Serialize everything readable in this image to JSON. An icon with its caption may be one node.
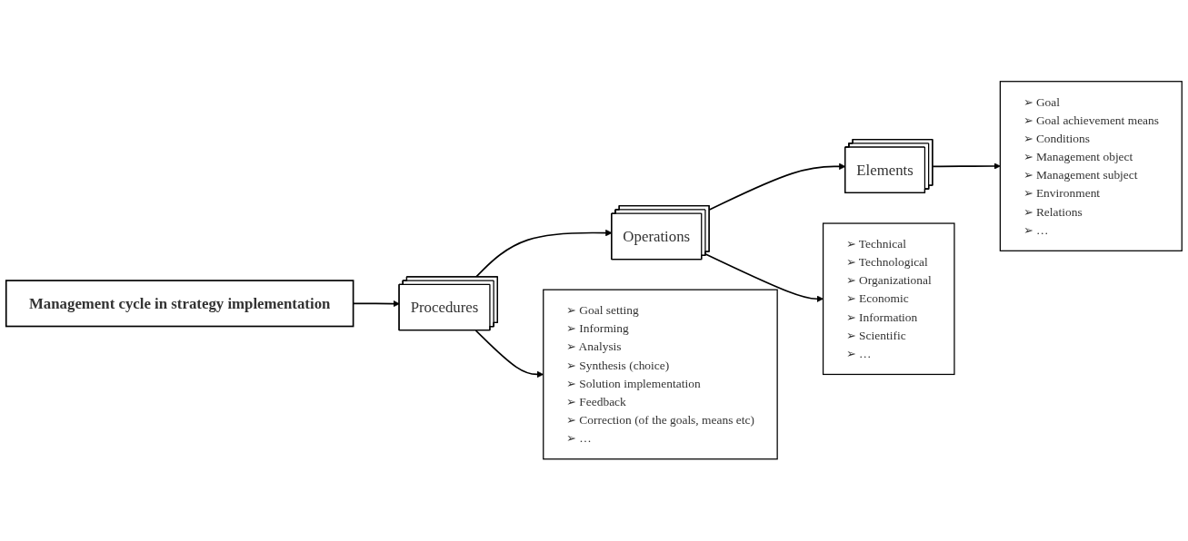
{
  "diagram": {
    "nodes": [
      {
        "text": [
          "Management cycle in strategy implementation"
        ]
      },
      {
        "text": [
          "Procedures"
        ]
      },
      {
        "text": [
          "Operations"
        ]
      },
      {
        "text": [
          "Elements"
        ]
      },
      {
        "text": [
          "➢ Goal setting",
          "➢ Informing",
          "➢ Analysis",
          "➢ Synthesis (choice)",
          "➢ Solution implementation",
          "➢ Feedback",
          "➢ Correction (of the goals, means etc)",
          "➢ …"
        ]
      },
      {
        "text": [
          "➢ Technical",
          "➢ Technological",
          "➢ Organizational",
          "➢ Economic",
          "➢ Information",
          "➢ Scientific",
          "➢ …"
        ]
      },
      {
        "text": [
          "➢ Goal",
          "➢ Goal achievement means",
          "➢ Conditions",
          "➢ Management object",
          "➢ Management subject",
          "➢ Environment",
          "➢ Relations",
          "➢ …"
        ]
      }
    ],
    "edges": [
      {
        "from": 0,
        "to": 1,
        "arrow": "to"
      },
      {
        "from": 1,
        "to": 2,
        "arrow": "to"
      },
      {
        "from": 2,
        "to": 3,
        "arrow": "to"
      },
      {
        "from": 1,
        "to": 4,
        "arrow": "to"
      },
      {
        "from": 2,
        "to": 5,
        "arrow": "to"
      },
      {
        "from": 3,
        "to": 6,
        "arrow": "to"
      }
    ]
  }
}
